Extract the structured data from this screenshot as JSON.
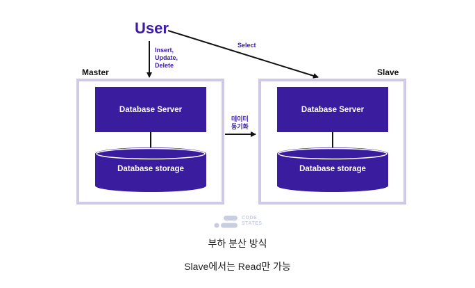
{
  "user_label": "User",
  "write_ops": [
    "Insert,",
    "Update,",
    "Delete"
  ],
  "select_label": "Select",
  "master": {
    "label": "Master",
    "server_label": "Database Server",
    "storage_label": "Database storage"
  },
  "slave": {
    "label": "Slave",
    "server_label": "Database Server",
    "storage_label": "Database storage"
  },
  "sync_label": [
    "데이터",
    "동기화"
  ],
  "logo_text": [
    "CODE",
    "STATES"
  ],
  "caption": {
    "title": "부하 분산 방식",
    "subtitle": "Slave에서는 Read만 가능"
  },
  "colors": {
    "primary": "#3a1c9e",
    "frame": "#cfc8e6",
    "text_purple": "#3b1aa8"
  }
}
